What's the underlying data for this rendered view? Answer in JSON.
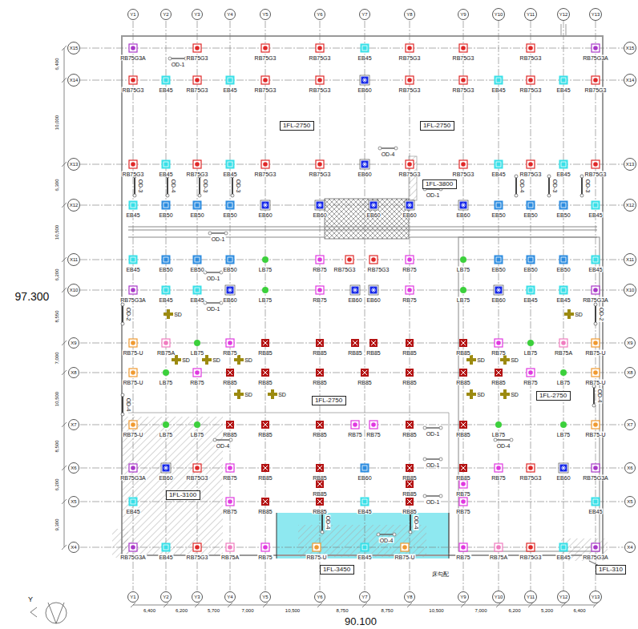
{
  "diagram": {
    "nodes": [
      {
        "text": [
          "Y1"
        ]
      },
      {
        "text": [
          "Y2"
        ]
      },
      {
        "text": [
          "Y3"
        ]
      },
      {
        "text": [
          "Y4"
        ]
      },
      {
        "text": [
          "Y5"
        ]
      },
      {
        "text": [
          "Y6"
        ]
      },
      {
        "text": [
          "Y7"
        ]
      },
      {
        "text": [
          "Y8"
        ]
      },
      {
        "text": [
          "Y9"
        ]
      },
      {
        "text": [
          "Y10"
        ]
      },
      {
        "text": [
          "Y11"
        ]
      },
      {
        "text": [
          "Y12"
        ]
      },
      {
        "text": [
          "Y13"
        ]
      },
      {
        "text": [
          "X15"
        ]
      },
      {
        "text": [
          "X14"
        ]
      },
      {
        "text": [
          "X13"
        ]
      },
      {
        "text": [
          "X12"
        ]
      },
      {
        "text": [
          "X11"
        ]
      },
      {
        "text": [
          "X10"
        ]
      },
      {
        "text": [
          "X9"
        ]
      },
      {
        "text": [
          "X8"
        ]
      },
      {
        "text": [
          "X7"
        ]
      },
      {
        "text": [
          "X6"
        ]
      },
      {
        "text": [
          "X5"
        ]
      },
      {
        "text": [
          "X4"
        ]
      },
      {
        "text": [
          "X15"
        ]
      },
      {
        "text": [
          "X14"
        ]
      },
      {
        "text": [
          "X13"
        ]
      },
      {
        "text": [
          "X12"
        ]
      },
      {
        "text": [
          "X11"
        ]
      },
      {
        "text": [
          "X10"
        ]
      },
      {
        "text": [
          "X9"
        ]
      },
      {
        "text": [
          "X8"
        ]
      },
      {
        "text": [
          "X7"
        ]
      },
      {
        "text": [
          "X6"
        ]
      },
      {
        "text": [
          "X5"
        ]
      },
      {
        "text": [
          "X4"
        ]
      },
      {
        "text": [
          "Y1"
        ]
      },
      {
        "text": [
          "Y2"
        ]
      },
      {
        "text": [
          "Y3"
        ]
      },
      {
        "text": [
          "Y4"
        ]
      },
      {
        "text": [
          "Y5"
        ]
      },
      {
        "text": [
          "Y6"
        ]
      },
      {
        "text": [
          "Y7"
        ]
      },
      {
        "text": [
          "Y8"
        ]
      },
      {
        "text": [
          "Y9"
        ]
      },
      {
        "text": [
          "Y10"
        ]
      },
      {
        "text": [
          "Y11"
        ]
      },
      {
        "text": [
          "Y12"
        ]
      },
      {
        "text": [
          "Y13"
        ]
      },
      {
        "text": [
          "1FL-2750"
        ]
      },
      {
        "text": [
          "1FL-2750"
        ]
      },
      {
        "text": [
          "1FL-3800"
        ]
      },
      {
        "text": [
          "1FL-2750"
        ]
      },
      {
        "text": [
          "1FL-2750"
        ]
      },
      {
        "text": [
          "1FL-3100"
        ]
      },
      {
        "text": [
          "1FL-3450"
        ]
      },
      {
        "text": [
          "1FL-310"
        ]
      }
    ],
    "labels": [
      "RB75G3A",
      "RB75G3",
      "RB75G3",
      "RB75G3",
      "EB45",
      "RB75G3",
      "RB75G3",
      "RB75G3",
      "RB75G3A",
      "RB75G3",
      "EB45",
      "RB75G3",
      "EB45",
      "RB75G3",
      "RB75G3",
      "EB60",
      "RB75G3",
      "RB75G3",
      "EB45",
      "RB75G3",
      "EB45",
      "RB75G3",
      "RB75G3",
      "EB45",
      "RB75G3",
      "EB45",
      "RB75G3",
      "RB75G3",
      "EB60",
      "RB75G3",
      "RB75G3",
      "EB45",
      "RB75G3",
      "EB45",
      "RB75G3",
      "EB45",
      "EB50",
      "EB50",
      "EB50",
      "EB60",
      "EB60",
      "EB60",
      "EB60",
      "EB60",
      "EB50",
      "EB50",
      "EB50",
      "EB45",
      "EB45",
      "EB50",
      "EB50",
      "EB50",
      "LB75",
      "RB75",
      "RB75G3",
      "RB75G3",
      "RB75",
      "LB75",
      "EB50",
      "EB50",
      "EB50",
      "EB45",
      "RB75G3A",
      "EB45",
      "EB45",
      "EB60",
      "LB75",
      "RB75",
      "EB60",
      "EB60",
      "RB75",
      "LB75",
      "EB60",
      "EB45",
      "EB45",
      "RB75G3A",
      "RB75-U",
      "RB75A",
      "LB75",
      "RB75",
      "RB85",
      "RB85",
      "RB85",
      "RB85",
      "RB85",
      "RB85",
      "RB75",
      "LB75",
      "RB75A",
      "RB75-U",
      "RB75-U",
      "LB75",
      "RB75",
      "RB85",
      "RB85",
      "RB85",
      "RB85",
      "RB85",
      "RB85",
      "RB85",
      "RB75",
      "LB75",
      "RB75-U",
      "RB75-U",
      "LB75",
      "LB75",
      "RB85",
      "RB85",
      "RB85",
      "RB75",
      "RB75",
      "RB85",
      "RB85",
      "LB75",
      "LB75",
      "RB75-U",
      "RB75G3A",
      "EB60",
      "RB75G3",
      "RB75",
      "RB85",
      "RB85",
      "EB60",
      "RB85",
      "RB85",
      "RB75",
      "RB75G3",
      "EB60",
      "RB75G3A",
      "RB85",
      "RB85",
      "RB75",
      "EB45",
      "RB75",
      "RB85",
      "RB85",
      "EB45",
      "RB85",
      "RB75",
      "EB45",
      "RB75G3A",
      "EB45",
      "RB75G3",
      "RB75A",
      "RB75",
      "RB75-U",
      "EB45",
      "RB75-U",
      "RB75",
      "RB75A",
      "RB75G3",
      "EB45",
      "RB75G3A",
      "OD-1",
      "OD-3",
      "OD-4",
      "OD-3",
      "OD-3",
      "OD-4",
      "OD-1",
      "OD-4",
      "OD-3",
      "OD-3",
      "OD-1",
      "OD-1",
      "OD-1",
      "OD-2",
      "OD-2",
      "OD-4",
      "OD-4",
      "OD-4",
      "OD-4",
      "OD-1",
      "OD-1",
      "OD-1",
      "OD-4",
      "OD-4",
      "OD-4",
      "SD",
      "SD",
      "SD",
      "SD",
      "SD",
      "SD",
      "SD",
      "SD",
      "SD",
      "SD",
      "SD",
      "6,400",
      "6,200",
      "5,700",
      "7,000",
      "10,500",
      "8,750",
      "8,750",
      "10,500",
      "7,000",
      "6,200",
      "5,200",
      "6,400",
      "6,400",
      "10,000",
      "6,300",
      "10,500",
      "6,200",
      "8,550",
      "7,000",
      "10,500",
      "8,500",
      "6,200",
      "9,300",
      "97.300",
      "90.100",
      "床勾配",
      "Y"
    ]
  }
}
